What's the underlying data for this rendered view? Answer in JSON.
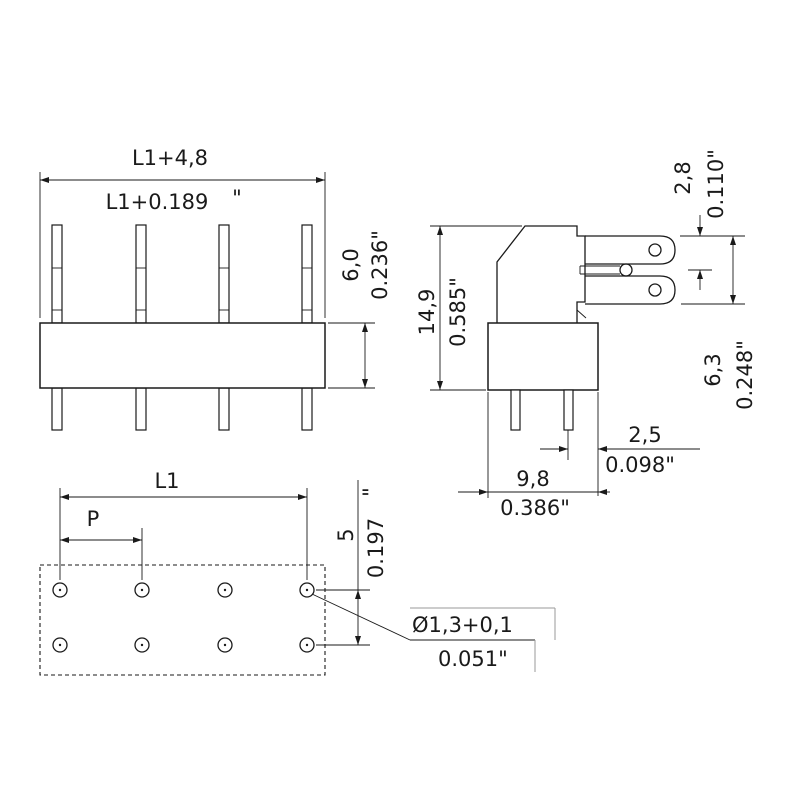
{
  "top_view": {
    "width_mm": "L1+4,8",
    "width_in": "L1+0.189",
    "inch_mark": "\"",
    "height_mm": "6,0",
    "height_in": "0.236\""
  },
  "side_view": {
    "total_height_mm": "14,9",
    "total_height_in": "0.585\"",
    "tab_spacing_mm": "2,8",
    "tab_spacing_in": "0.110\"",
    "tab_offset_mm": "6,3",
    "tab_offset_in": "0.248\"",
    "pin_offset_mm": "2,5",
    "pin_offset_in": "0.098\"",
    "depth_mm": "9,8",
    "depth_in": "0.386\""
  },
  "footprint": {
    "length_label": "L1",
    "pitch_label": "P",
    "row_spacing_mm": "5",
    "row_spacing_in": "0.197",
    "inch_mark": "\"",
    "hole_dia_mm": "Ø1,3+0,1",
    "hole_dia_in": "0.051\""
  }
}
